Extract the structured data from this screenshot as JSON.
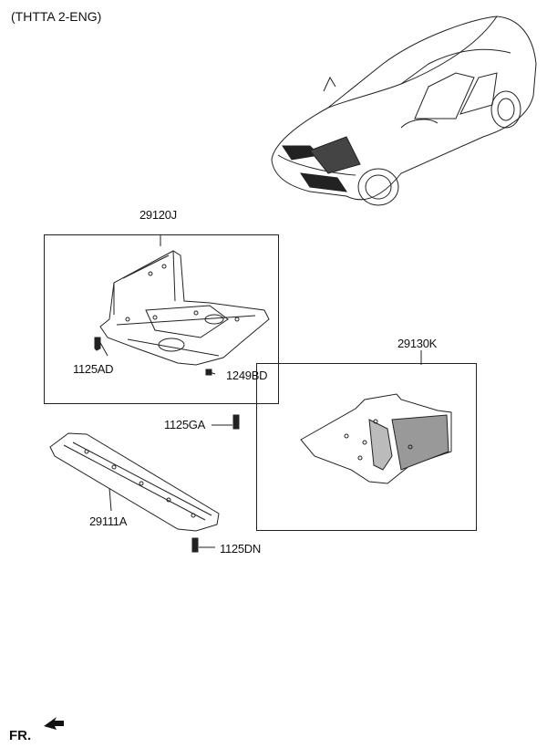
{
  "header": {
    "variant_note": "(THTTA 2-ENG)"
  },
  "parts": {
    "assy_front": "29120J",
    "assy_rear": "29130K",
    "undercover": "29111A",
    "bolt_ad": "1125AD",
    "bolt_bd": "1249BD",
    "bolt_ga": "1125GA",
    "bolt_dn": "1125DN"
  },
  "footer": {
    "direction_label": "FR."
  }
}
